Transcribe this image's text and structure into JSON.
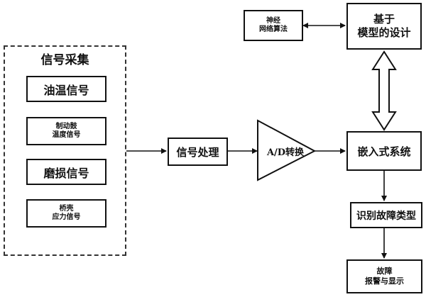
{
  "acquisition": {
    "title": "信号采集",
    "items": [
      {
        "lines": [
          "油温信号"
        ]
      },
      {
        "lines": [
          "制动鼓",
          "温度信号"
        ]
      },
      {
        "lines": [
          "磨损信号"
        ]
      },
      {
        "lines": [
          "桥壳",
          "应力信号"
        ]
      }
    ]
  },
  "processing": "信号处理",
  "adc": "A/D转换",
  "embedded": "嵌入式系统",
  "model_design": [
    "基于",
    "模型的设计"
  ],
  "neural": [
    "神经",
    "网络算法"
  ],
  "identify": "识别故障类型",
  "alarm": [
    "故障",
    "报警与显示"
  ]
}
